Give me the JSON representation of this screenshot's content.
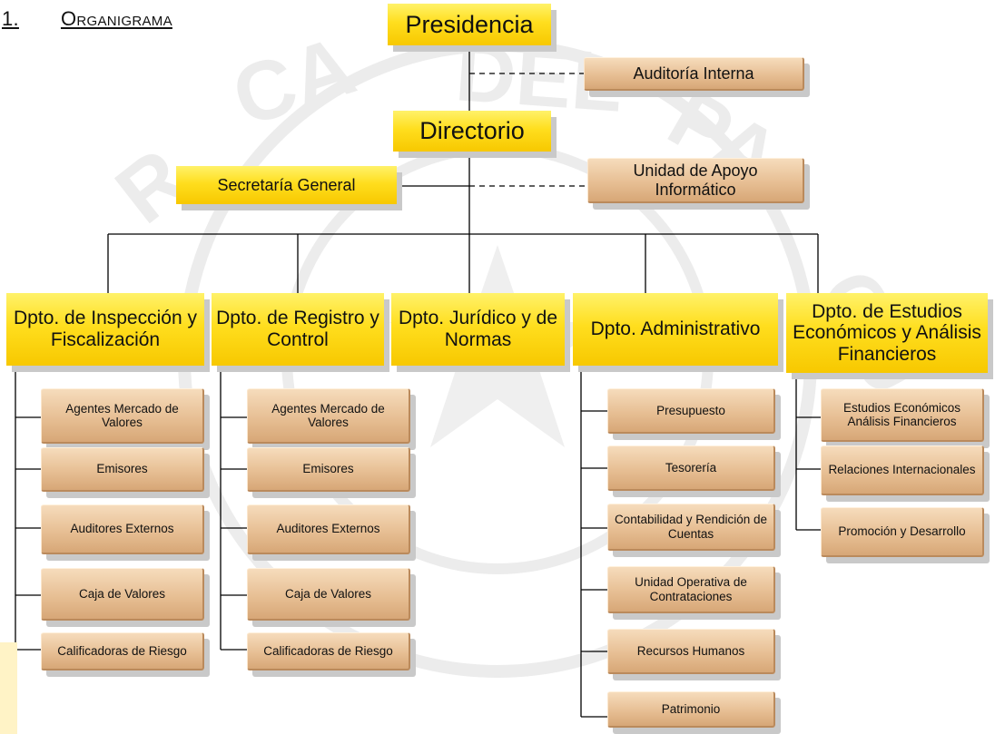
{
  "heading": {
    "number": "1.",
    "title": "Organigrama"
  },
  "colors": {
    "primary_box": "#ffde1e",
    "secondary_box": "#e7bf94",
    "line": "#000000"
  },
  "chart": {
    "presidencia": "Presidencia",
    "auditoria": "Auditoría Interna",
    "directorio": "Directorio",
    "secretaria": "Secretaría General",
    "apoyo": "Unidad de Apoyo Informático",
    "departments": [
      {
        "label": "Dpto. de Inspección y Fiscalización",
        "units": [
          "Agentes Mercado de Valores",
          "Emisores",
          "Auditores Externos",
          "Caja de Valores",
          "Calificadoras de Riesgo"
        ]
      },
      {
        "label": "Dpto. de Registro y Control",
        "units": [
          "Agentes Mercado de Valores",
          "Emisores",
          "Auditores Externos",
          "Caja de Valores",
          "Calificadoras de Riesgo"
        ]
      },
      {
        "label": "Dpto. Jurídico y de Normas",
        "units": []
      },
      {
        "label": "Dpto. Administrativo",
        "units": [
          "Presupuesto",
          "Tesorería",
          "Contabilidad y Rendición de Cuentas",
          "Unidad Operativa de Contrataciones",
          "Recursos Humanos",
          "Patrimonio"
        ]
      },
      {
        "label": "Dpto. de Estudios Económicos y Análisis Financieros",
        "units": [
          "Estudios Económicos Análisis Financieros",
          "Relaciones Internacionales",
          "Promoción y Desarrollo"
        ]
      }
    ]
  }
}
